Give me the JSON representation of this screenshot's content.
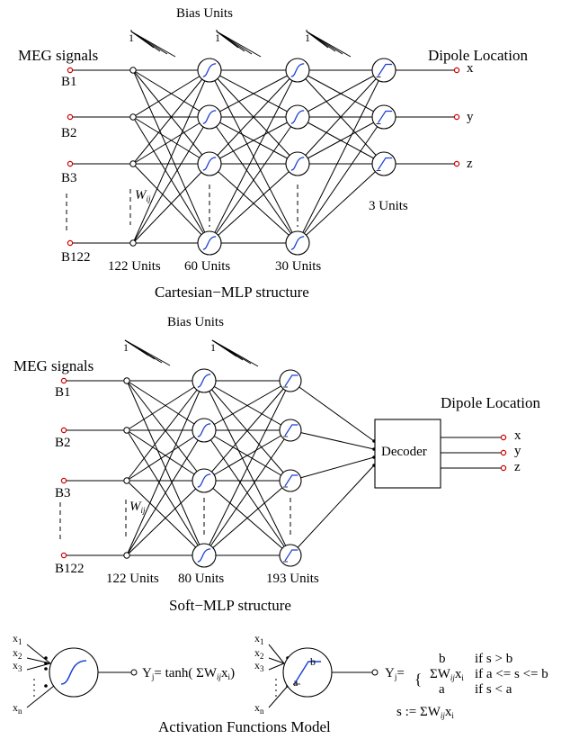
{
  "cartesian": {
    "bias_label": "Bias Units",
    "bias_symbol": "1",
    "input_title": "MEG signals",
    "inputs": [
      "B1",
      "B2",
      "B3",
      "B122"
    ],
    "output_title": "Dipole Location",
    "outputs": [
      "x",
      "y",
      "z"
    ],
    "weight_label": "W",
    "weight_sub": "ij",
    "layer_units": [
      "122 Units",
      "60 Units",
      "30 Units",
      "3 Units"
    ],
    "caption": "Cartesian−MLP structure"
  },
  "soft": {
    "bias_label": "Bias Units",
    "bias_symbol": "1",
    "input_title": "MEG signals",
    "inputs": [
      "B1",
      "B2",
      "B3",
      "B122"
    ],
    "output_title": "Dipole Location",
    "outputs": [
      "x",
      "y",
      "z"
    ],
    "weight_label": "W",
    "weight_sub": "ij",
    "decoder_label": "Decoder",
    "layer_units": [
      "122 Units",
      "80 Units",
      "193 Units"
    ],
    "caption": "Soft−MLP structure"
  },
  "activation": {
    "tanh_inputs": [
      "x",
      "x",
      "x",
      "x"
    ],
    "tanh_input_subs": [
      "1",
      "2",
      "3",
      "n"
    ],
    "tanh_formula": "Y",
    "tanh_formula_sub": "j",
    "tanh_expr": "= tanh( ΣW",
    "tanh_expr_sub": "ij",
    "tanh_expr_end": "x",
    "tanh_expr_end_sub": "i",
    "tanh_close": ")",
    "ramp_inputs": [
      "x",
      "x",
      "x",
      "x"
    ],
    "ramp_input_subs": [
      "1",
      "2",
      "3",
      "n"
    ],
    "ramp_a": "a",
    "ramp_b": "b",
    "ramp_y": "Y",
    "ramp_y_sub": "j",
    "ramp_eq": "=",
    "cases": [
      {
        "val": "b",
        "cond": "if  s > b"
      },
      {
        "val": "ΣW",
        "val_sub": "ij",
        "val_end": "x",
        "val_end_sub": "i",
        "cond": "if  a <= s <= b"
      },
      {
        "val": "a",
        "cond": "if  s < a"
      }
    ],
    "s_def": "s := ΣW",
    "s_def_sub": "ij",
    "s_def_end": "x",
    "s_def_end_sub": "i",
    "caption": "Activation Functions Model"
  },
  "colors": {
    "line": "#000000",
    "terminal": "#cc0000",
    "curve": "#1a3fd4"
  }
}
